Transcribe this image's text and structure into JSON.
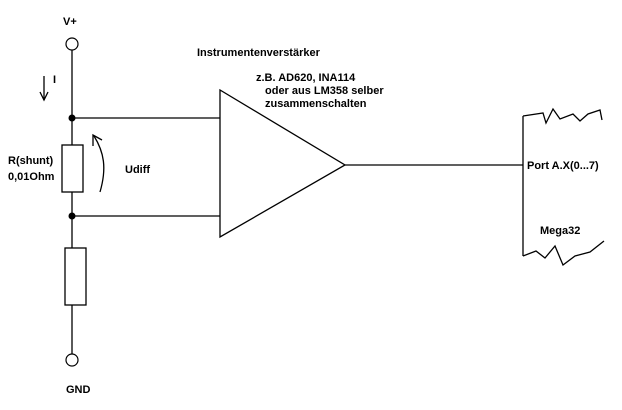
{
  "labels": {
    "supply": "V+",
    "ground": "GND",
    "current": "I",
    "shunt_name": "R(shunt)",
    "shunt_value": "0,01Ohm",
    "udiff": "Udiff",
    "amp_title": "Instrumentenverstärker",
    "amp_note_1": "z.B. AD620, INA114",
    "amp_note_2": "oder aus LM358 selber",
    "amp_note_3": "zusammenschalten",
    "port": "Port A.X(0...7)",
    "mcu": "Mega32"
  }
}
